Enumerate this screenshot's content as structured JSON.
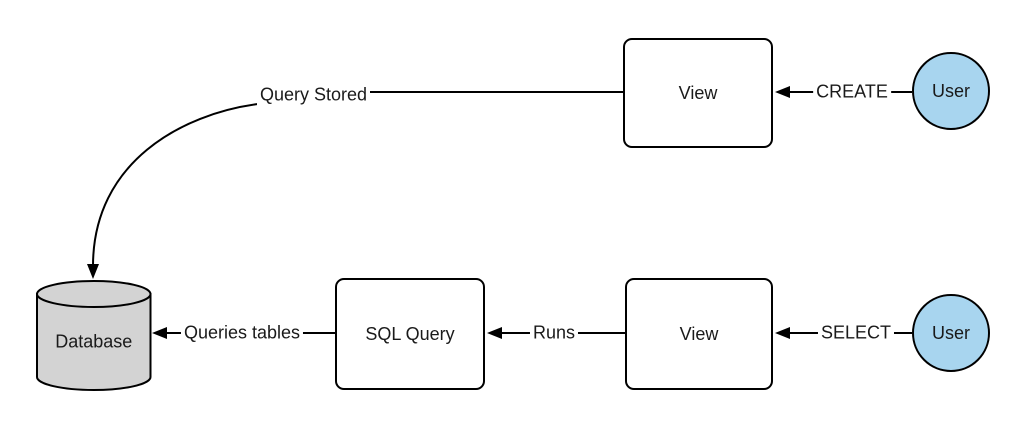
{
  "diagram": {
    "nodes": {
      "view_top": {
        "label": "View"
      },
      "user_top": {
        "label": "User"
      },
      "view_bottom": {
        "label": "View"
      },
      "user_bottom": {
        "label": "User"
      },
      "sql_query": {
        "label": "SQL Query"
      },
      "database": {
        "label": "Database"
      }
    },
    "edges": {
      "create": {
        "label": "CREATE"
      },
      "query_stored": {
        "label": "Query Stored"
      },
      "select": {
        "label": "SELECT"
      },
      "runs": {
        "label": "Runs"
      },
      "queries_tables": {
        "label": "Queries tables"
      }
    },
    "colors": {
      "user_fill": "#a8d5ef",
      "database_fill": "#d3d3d3",
      "stroke": "#000000",
      "background": "#ffffff"
    }
  }
}
